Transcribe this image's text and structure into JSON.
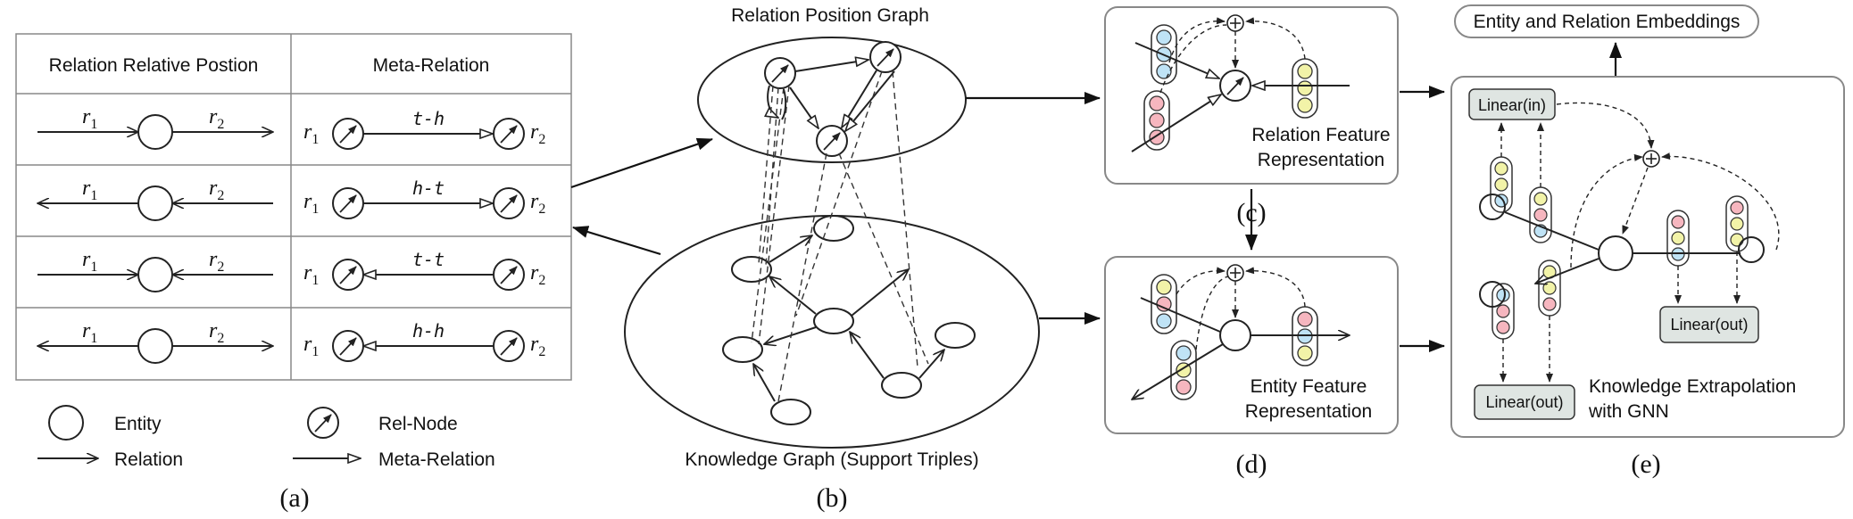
{
  "panel_a": {
    "header_left": "Relation Relative Postion",
    "header_right": "Meta-Relation",
    "rel_sym": "r",
    "sub1": "1",
    "sub2": "2",
    "meta_labels": [
      "t-h",
      "h-t",
      "t-t",
      "h-h"
    ],
    "legend": {
      "entity": "Entity",
      "relation": "Relation",
      "rel_node": "Rel-Node",
      "meta_relation": "Meta-Relation"
    },
    "caption": "(a)"
  },
  "panel_b": {
    "title_top": "Relation Position Graph",
    "title_bottom": "Knowledge Graph (Support Triples)",
    "caption": "(b)"
  },
  "panel_c": {
    "label_line1": "Relation Feature",
    "label_line2": "Representation",
    "caption": "(c)"
  },
  "panel_d": {
    "label_line1": "Entity Feature",
    "label_line2": "Representation",
    "caption": "(d)"
  },
  "panel_e": {
    "top_box": "Entity and Relation Embeddings",
    "linear_in": "Linear(in)",
    "linear_out_right": "Linear(out)",
    "linear_out_bottom": "Linear(out)",
    "label_line1": "Knowledge Extrapolation",
    "label_line2": "with GNN",
    "caption": "(e)"
  },
  "colors": {
    "blue": "#bfe3f6",
    "pink": "#f6b6bf",
    "yellow": "#f2f3a8",
    "linear_box": "#dfe5e2",
    "line": "#222222"
  }
}
